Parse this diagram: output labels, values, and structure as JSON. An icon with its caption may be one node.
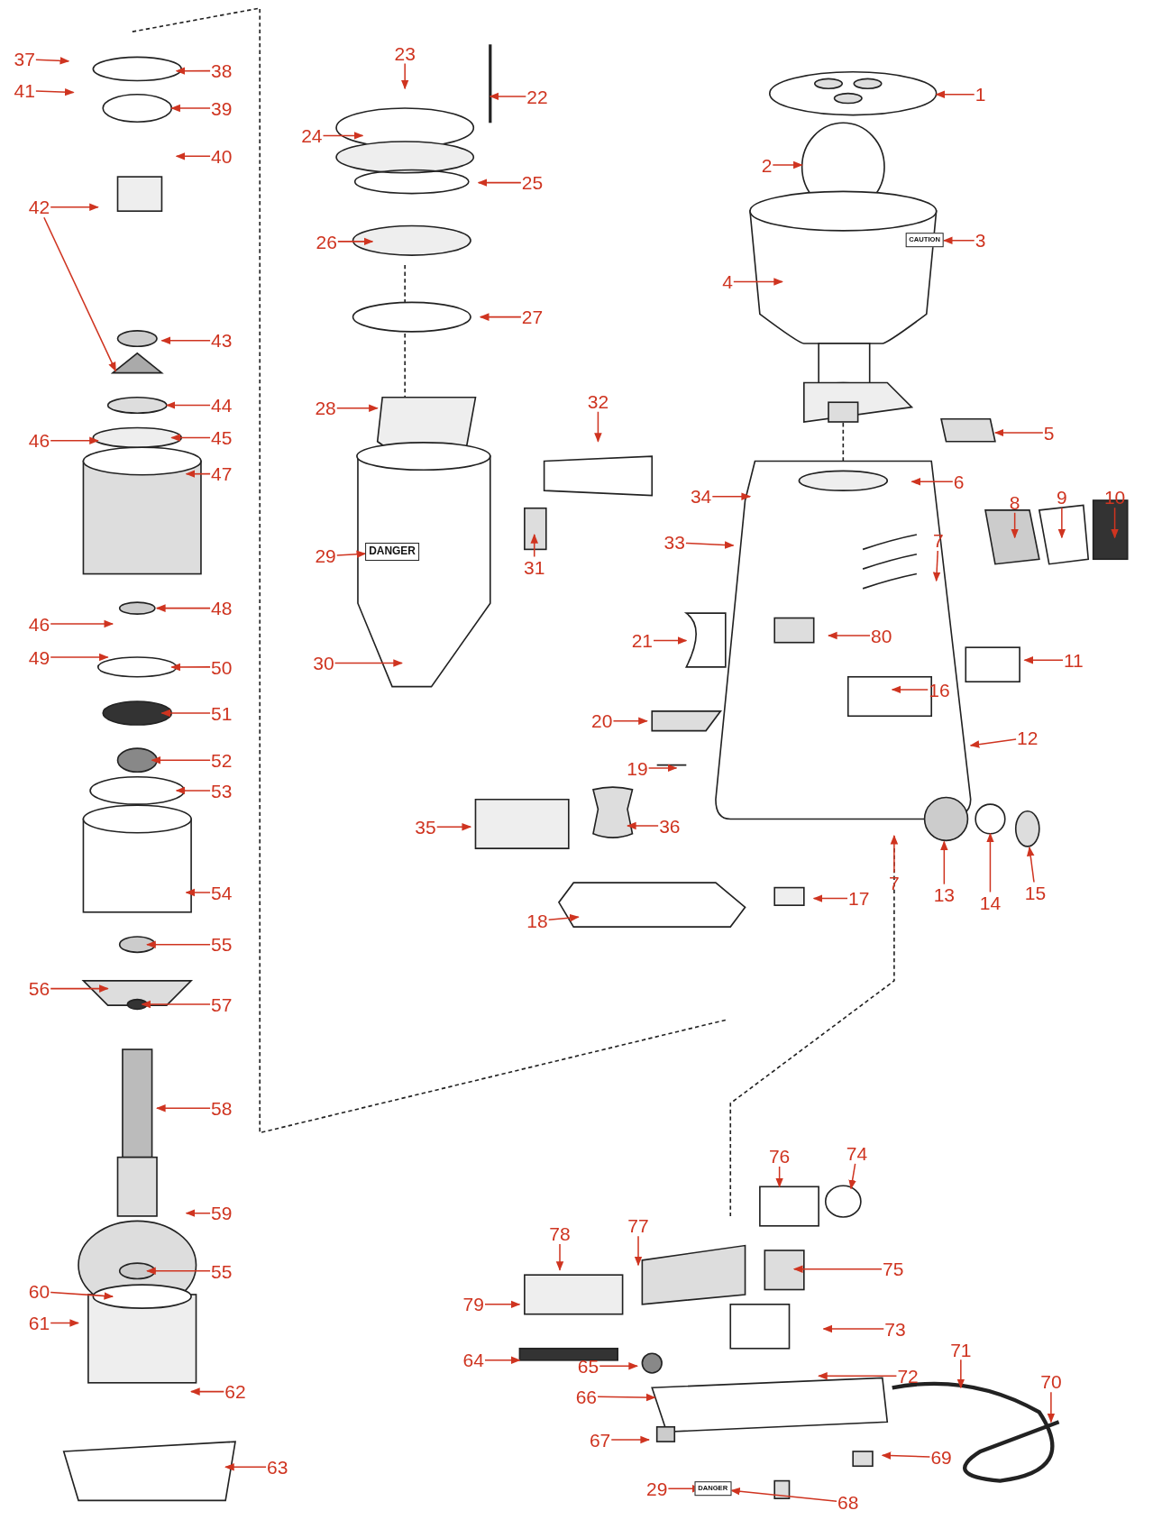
{
  "diagram": {
    "nodes": [
      {
        "text": [
          "1"
        ]
      },
      {
        "text": [
          "2"
        ]
      },
      {
        "text": [
          "3"
        ]
      },
      {
        "text": [
          "4"
        ]
      },
      {
        "text": [
          "5"
        ]
      },
      {
        "text": [
          "6"
        ]
      },
      {
        "text": [
          "7"
        ]
      },
      {
        "text": [
          "8"
        ]
      },
      {
        "text": [
          "9"
        ]
      },
      {
        "text": [
          "10"
        ]
      },
      {
        "text": [
          "11"
        ]
      },
      {
        "text": [
          "12"
        ]
      },
      {
        "text": [
          "13"
        ]
      },
      {
        "text": [
          "14"
        ]
      },
      {
        "text": [
          "15"
        ]
      },
      {
        "text": [
          "16"
        ]
      },
      {
        "text": [
          "17"
        ]
      },
      {
        "text": [
          "18"
        ]
      },
      {
        "text": [
          "19"
        ]
      },
      {
        "text": [
          "20"
        ]
      },
      {
        "text": [
          "21"
        ]
      },
      {
        "text": [
          "22"
        ]
      },
      {
        "text": [
          "23"
        ]
      },
      {
        "text": [
          "24"
        ]
      },
      {
        "text": [
          "25"
        ]
      },
      {
        "text": [
          "26"
        ]
      },
      {
        "text": [
          "27"
        ]
      },
      {
        "text": [
          "28"
        ]
      },
      {
        "text": [
          "29"
        ]
      },
      {
        "text": [
          "30"
        ]
      },
      {
        "text": [
          "31"
        ]
      },
      {
        "text": [
          "32"
        ]
      },
      {
        "text": [
          "33"
        ]
      },
      {
        "text": [
          "34"
        ]
      },
      {
        "text": [
          "35"
        ]
      },
      {
        "text": [
          "36"
        ]
      },
      {
        "text": [
          "7"
        ]
      },
      {
        "text": [
          "80"
        ]
      },
      {
        "text": [
          "37"
        ]
      },
      {
        "text": [
          "41"
        ]
      },
      {
        "text": [
          "38"
        ]
      },
      {
        "text": [
          "39"
        ]
      },
      {
        "text": [
          "40"
        ]
      },
      {
        "text": [
          "42"
        ]
      },
      {
        "text": [
          "43"
        ]
      },
      {
        "text": [
          "44"
        ]
      },
      {
        "text": [
          "46"
        ]
      },
      {
        "text": [
          "45"
        ]
      },
      {
        "text": [
          "47"
        ]
      },
      {
        "text": [
          "48"
        ]
      },
      {
        "text": [
          "46"
        ]
      },
      {
        "text": [
          "49"
        ]
      },
      {
        "text": [
          "50"
        ]
      },
      {
        "text": [
          "51"
        ]
      },
      {
        "text": [
          "52"
        ]
      },
      {
        "text": [
          "53"
        ]
      },
      {
        "text": [
          "54"
        ]
      },
      {
        "text": [
          "55"
        ]
      },
      {
        "text": [
          "56"
        ]
      },
      {
        "text": [
          "57"
        ]
      },
      {
        "text": [
          "58"
        ]
      },
      {
        "text": [
          "59"
        ]
      },
      {
        "text": [
          "55"
        ]
      },
      {
        "text": [
          "60"
        ]
      },
      {
        "text": [
          "61"
        ]
      },
      {
        "text": [
          "62"
        ]
      },
      {
        "text": [
          "63"
        ]
      },
      {
        "text": [
          "76"
        ]
      },
      {
        "text": [
          "74"
        ]
      },
      {
        "text": [
          "78"
        ]
      },
      {
        "text": [
          "77"
        ]
      },
      {
        "text": [
          "75"
        ]
      },
      {
        "text": [
          "79"
        ]
      },
      {
        "text": [
          "64"
        ]
      },
      {
        "text": [
          "73"
        ]
      },
      {
        "text": [
          "65"
        ]
      },
      {
        "text": [
          "72"
        ]
      },
      {
        "text": [
          "66"
        ]
      },
      {
        "text": [
          "71"
        ]
      },
      {
        "text": [
          "70"
        ]
      },
      {
        "text": [
          "67"
        ]
      },
      {
        "text": [
          "69"
        ]
      },
      {
        "text": [
          "29"
        ]
      },
      {
        "text": [
          "68"
        ]
      },
      {
        "text": [
          "CAUTION"
        ]
      },
      {
        "text": [
          "DANGER"
        ]
      },
      {
        "text": [
          "DANGER"
        ]
      }
    ],
    "edges": [
      {
        "from": 0,
        "to": null,
        "arrow": "to"
      },
      {
        "from": 1,
        "to": null,
        "arrow": "to"
      },
      {
        "from": 2,
        "to": 84,
        "arrow": "to"
      },
      {
        "from": 3,
        "to": null,
        "arrow": "to"
      },
      {
        "from": 4,
        "to": null,
        "arrow": "to"
      },
      {
        "from": 5,
        "to": null,
        "arrow": "to"
      },
      {
        "from": 6,
        "to": null,
        "arrow": "to"
      },
      {
        "from": 7,
        "to": null,
        "arrow": "to"
      },
      {
        "from": 8,
        "to": null,
        "arrow": "to"
      },
      {
        "from": 9,
        "to": null,
        "arrow": "to"
      },
      {
        "from": 10,
        "to": null,
        "arrow": "to"
      },
      {
        "from": 11,
        "to": null,
        "arrow": "to"
      },
      {
        "from": 12,
        "to": null,
        "arrow": "to"
      },
      {
        "from": 13,
        "to": null,
        "arrow": "to"
      },
      {
        "from": 14,
        "to": null,
        "arrow": "to"
      },
      {
        "from": 15,
        "to": null,
        "arrow": "to"
      },
      {
        "from": 16,
        "to": null,
        "arrow": "to"
      },
      {
        "from": 17,
        "to": null,
        "arrow": "to"
      },
      {
        "from": 18,
        "to": null,
        "arrow": "to"
      },
      {
        "from": 19,
        "to": null,
        "arrow": "to"
      },
      {
        "from": 20,
        "to": null,
        "arrow": "to"
      },
      {
        "from": 21,
        "to": null,
        "arrow": "to"
      },
      {
        "from": 22,
        "to": null,
        "arrow": "to"
      },
      {
        "from": 23,
        "to": null,
        "arrow": "to"
      },
      {
        "from": 24,
        "to": null,
        "arrow": "to"
      },
      {
        "from": 25,
        "to": null,
        "arrow": "to"
      },
      {
        "from": 26,
        "to": null,
        "arrow": "to"
      },
      {
        "from": 27,
        "to": null,
        "arrow": "to"
      },
      {
        "from": 28,
        "to": 85,
        "arrow": "to"
      },
      {
        "from": 29,
        "to": null,
        "arrow": "to"
      },
      {
        "from": 30,
        "to": null,
        "arrow": "to"
      },
      {
        "from": 31,
        "to": null,
        "arrow": "to"
      },
      {
        "from": 32,
        "to": null,
        "arrow": "to"
      },
      {
        "from": 33,
        "to": null,
        "arrow": "to"
      },
      {
        "from": 34,
        "to": null,
        "arrow": "to"
      },
      {
        "from": 35,
        "to": null,
        "arrow": "to"
      },
      {
        "from": 36,
        "to": null,
        "arrow": "to"
      },
      {
        "from": 37,
        "to": null,
        "arrow": "to"
      },
      {
        "from": 38,
        "to": null,
        "arrow": "to"
      },
      {
        "from": 39,
        "to": null,
        "arrow": "to"
      },
      {
        "from": 40,
        "to": null,
        "arrow": "to"
      },
      {
        "from": 41,
        "to": null,
        "arrow": "to"
      },
      {
        "from": 42,
        "to": null,
        "arrow": "to"
      },
      {
        "from": 43,
        "to": null,
        "arrow": "to"
      },
      {
        "from": 43,
        "to": null,
        "arrow": "to"
      },
      {
        "from": 44,
        "to": null,
        "arrow": "to"
      },
      {
        "from": 45,
        "to": null,
        "arrow": "to"
      },
      {
        "from": 46,
        "to": null,
        "arrow": "to"
      },
      {
        "from": 47,
        "to": null,
        "arrow": "to"
      },
      {
        "from": 48,
        "to": null,
        "arrow": "to"
      },
      {
        "from": 49,
        "to": null,
        "arrow": "to"
      },
      {
        "from": 50,
        "to": null,
        "arrow": "to"
      },
      {
        "from": 51,
        "to": null,
        "arrow": "to"
      },
      {
        "from": 52,
        "to": null,
        "arrow": "to"
      },
      {
        "from": 53,
        "to": null,
        "arrow": "to"
      },
      {
        "from": 54,
        "to": null,
        "arrow": "to"
      },
      {
        "from": 55,
        "to": null,
        "arrow": "to"
      },
      {
        "from": 56,
        "to": null,
        "arrow": "to"
      },
      {
        "from": 57,
        "to": null,
        "arrow": "to"
      },
      {
        "from": 58,
        "to": null,
        "arrow": "to"
      },
      {
        "from": 59,
        "to": null,
        "arrow": "to"
      },
      {
        "from": 60,
        "to": null,
        "arrow": "to"
      },
      {
        "from": 61,
        "to": null,
        "arrow": "to"
      },
      {
        "from": 62,
        "to": null,
        "arrow": "to"
      },
      {
        "from": 63,
        "to": null,
        "arrow": "to"
      },
      {
        "from": 64,
        "to": null,
        "arrow": "to"
      },
      {
        "from": 65,
        "to": null,
        "arrow": "to"
      },
      {
        "from": 66,
        "to": null,
        "arrow": "to"
      },
      {
        "from": 67,
        "to": null,
        "arrow": "to"
      },
      {
        "from": 68,
        "to": null,
        "arrow": "to"
      },
      {
        "from": 69,
        "to": null,
        "arrow": "to"
      },
      {
        "from": 70,
        "to": null,
        "arrow": "to"
      },
      {
        "from": 71,
        "to": null,
        "arrow": "to"
      },
      {
        "from": 72,
        "to": null,
        "arrow": "to"
      },
      {
        "from": 73,
        "to": null,
        "arrow": "to"
      },
      {
        "from": 74,
        "to": null,
        "arrow": "to"
      },
      {
        "from": 75,
        "to": null,
        "arrow": "to"
      },
      {
        "from": 76,
        "to": null,
        "arrow": "to"
      },
      {
        "from": 77,
        "to": null,
        "arrow": "to"
      },
      {
        "from": 78,
        "to": null,
        "arrow": "to"
      },
      {
        "from": 79,
        "to": null,
        "arrow": "to"
      },
      {
        "from": 80,
        "to": null,
        "arrow": "to"
      },
      {
        "from": 81,
        "to": null,
        "arrow": "to"
      },
      {
        "from": 82,
        "to": null,
        "arrow": "to"
      },
      {
        "from": 83,
        "to": 86,
        "arrow": "to"
      }
    ]
  }
}
